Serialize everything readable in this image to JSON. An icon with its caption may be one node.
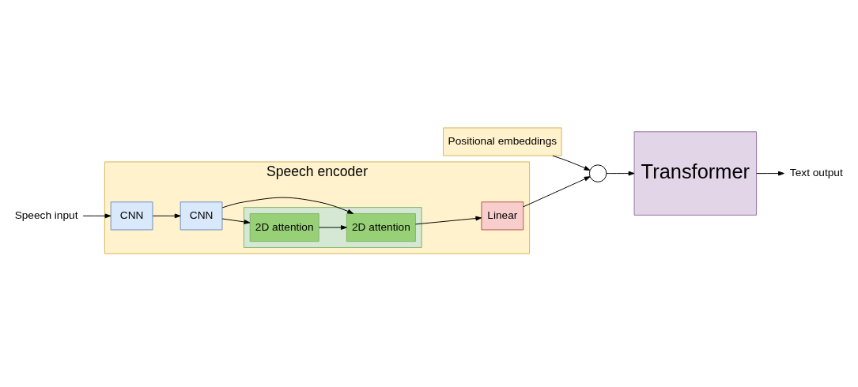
{
  "diagram": {
    "nodes": [
      {
        "text": [
          "Speech encoder"
        ]
      },
      {
        "text": [
          "CNN"
        ],
        "in": 0
      },
      {
        "text": [
          "CNN"
        ],
        "in": 0
      },
      {
        "text": [],
        "shape": "box",
        "in": 0
      },
      {
        "text": [
          "2D attention"
        ],
        "in": 3
      },
      {
        "text": [
          "2D attention"
        ],
        "in": 3
      },
      {
        "text": [
          "Linear"
        ],
        "in": 0
      },
      {
        "text": [
          "Speech input"
        ]
      },
      {
        "text": [],
        "shape": "circle"
      },
      {
        "text": [
          "Positional embeddings"
        ]
      },
      {
        "text": [
          "Transformer"
        ]
      },
      {
        "text": [
          "Text output"
        ]
      }
    ],
    "edges": [
      {
        "from": 7,
        "to": 1,
        "arrow": "to"
      },
      {
        "from": 1,
        "to": 2,
        "arrow": "to"
      },
      {
        "from": 2,
        "to": 4,
        "arrow": "to"
      },
      {
        "from": 2,
        "to": 5,
        "arrow": "to"
      },
      {
        "from": 4,
        "to": 5,
        "arrow": "to"
      },
      {
        "from": 5,
        "to": 6,
        "arrow": "to"
      },
      {
        "from": 6,
        "to": 8,
        "arrow": "to"
      },
      {
        "from": 9,
        "to": 8,
        "arrow": "to"
      },
      {
        "from": 8,
        "to": 10,
        "arrow": "to"
      },
      {
        "from": 10,
        "to": 11,
        "arrow": "to"
      }
    ]
  }
}
